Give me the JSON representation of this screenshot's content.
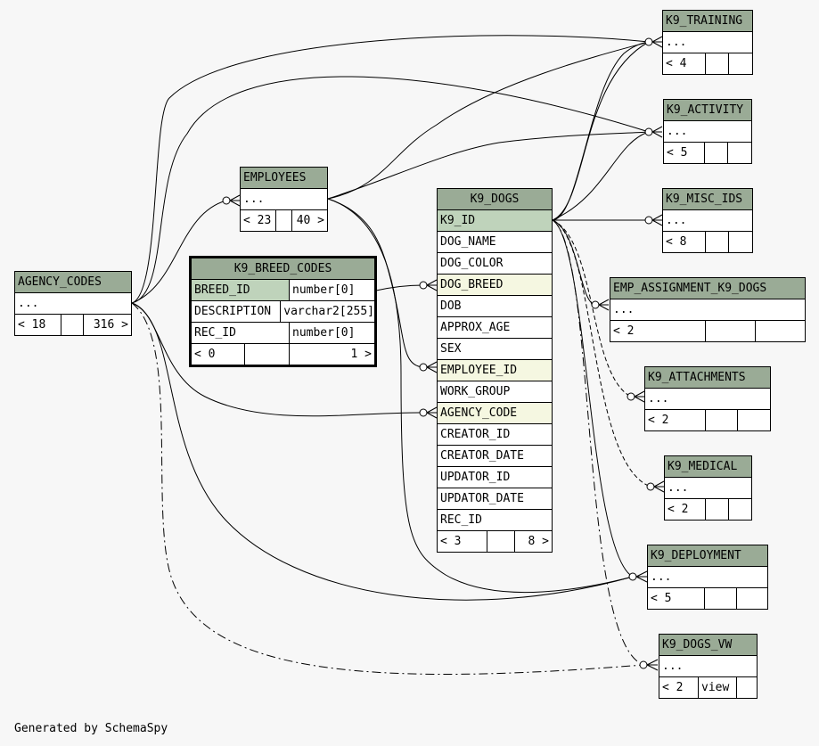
{
  "tables": {
    "agency_codes": {
      "title": "AGENCY_CODES",
      "cols": "...",
      "children": "< 18",
      "parents": "",
      "rows": "316 >"
    },
    "employees": {
      "title": "EMPLOYEES",
      "cols": "...",
      "children": "< 23",
      "parents": "",
      "rows": "40 >"
    },
    "k9_breed_codes": {
      "title": "K9_BREED_CODES",
      "columns": [
        {
          "name": "BREED_ID",
          "type": "number[0]"
        },
        {
          "name": "DESCRIPTION",
          "type": "varchar2[255]"
        },
        {
          "name": "REC_ID",
          "type": "number[0]"
        }
      ],
      "children": "< 0",
      "parents": "",
      "rows": "1 >"
    },
    "k9_dogs": {
      "title": "K9_DOGS",
      "columns": [
        "K9_ID",
        "DOG_NAME",
        "DOG_COLOR",
        "DOG_BREED",
        "DOB",
        "APPROX_AGE",
        "SEX",
        "EMPLOYEE_ID",
        "WORK_GROUP",
        "AGENCY_CODE",
        "CREATOR_ID",
        "CREATOR_DATE",
        "UPDATOR_ID",
        "UPDATOR_DATE",
        "REC_ID"
      ],
      "children": "< 3",
      "parents": "",
      "rows": "8 >"
    },
    "k9_training": {
      "title": "K9_TRAINING",
      "cols": "...",
      "children": "< 4",
      "c2": "",
      "c3": ""
    },
    "k9_activity": {
      "title": "K9_ACTIVITY",
      "cols": "...",
      "children": "< 5",
      "c2": "",
      "c3": ""
    },
    "k9_misc_ids": {
      "title": "K9_MISC_IDS",
      "cols": "...",
      "children": "< 8",
      "c2": "",
      "c3": ""
    },
    "emp_assignment_k9_dogs": {
      "title": "EMP_ASSIGNMENT_K9_DOGS",
      "cols": "...",
      "children": "< 2",
      "c2": "",
      "c3": ""
    },
    "k9_attachments": {
      "title": "K9_ATTACHMENTS",
      "cols": "...",
      "children": "< 2",
      "c2": "",
      "c3": ""
    },
    "k9_medical": {
      "title": "K9_MEDICAL",
      "cols": "...",
      "children": "< 2",
      "c2": "",
      "c3": ""
    },
    "k9_deployment": {
      "title": "K9_DEPLOYMENT",
      "cols": "...",
      "children": "< 5",
      "c2": "",
      "c3": ""
    },
    "k9_dogs_vw": {
      "title": "K9_DOGS_VW",
      "cols": "...",
      "children": "< 2",
      "c2": "view",
      "c3": ""
    }
  },
  "footer": "Generated by SchemaSpy"
}
